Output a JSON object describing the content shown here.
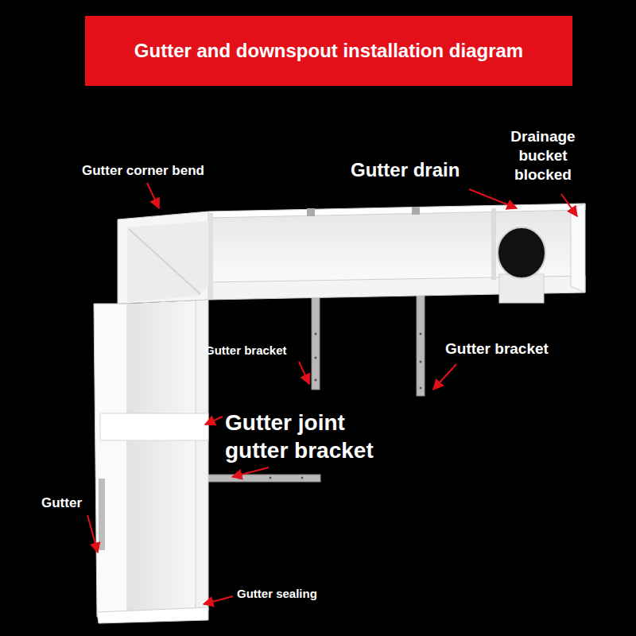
{
  "diagram": {
    "title": "Gutter and downspout installation diagram",
    "labels": [
      "Gutter corner bend",
      "Gutter drain",
      "Drainage bucket blocked",
      "Gutter bracket",
      "Gutter bracket",
      "Gutter joint gutter bracket",
      "Gutter",
      "Gutter sealing"
    ]
  }
}
